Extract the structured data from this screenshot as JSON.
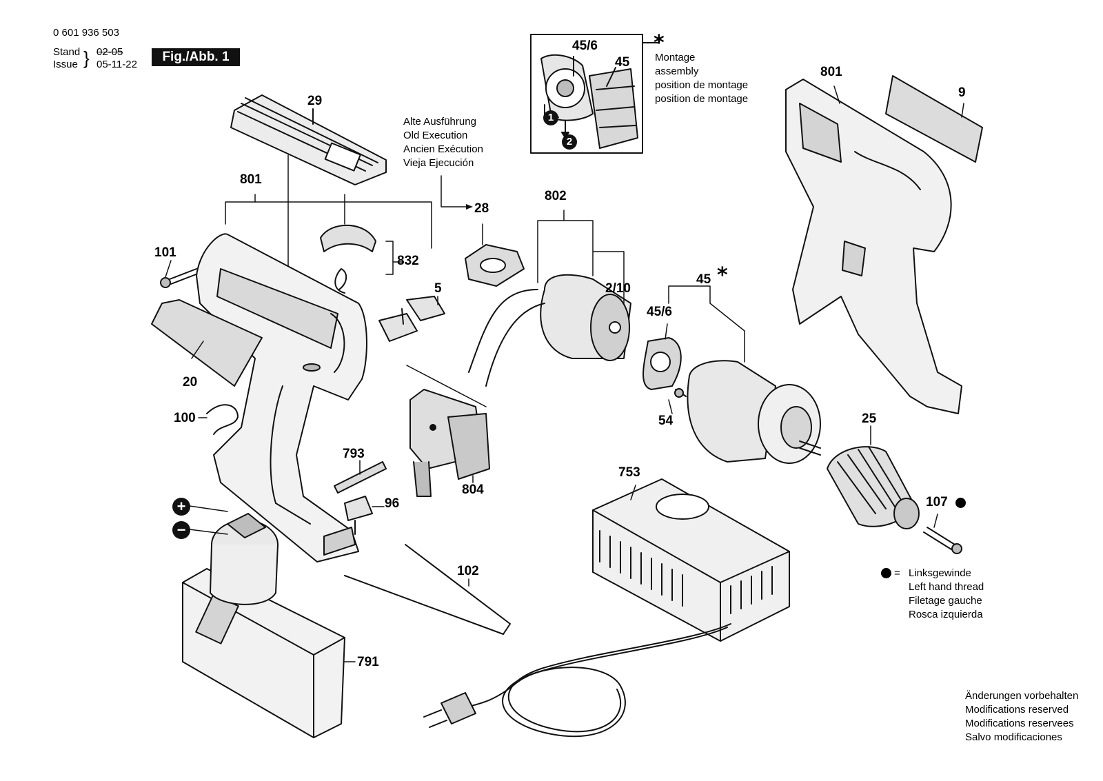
{
  "header": {
    "part_number": "0 601 936 503",
    "stand_label": "Stand",
    "stand_date": "02-05",
    "issue_label": "Issue",
    "issue_date": "05-11-22",
    "figure_label": "Fig./Abb. 1"
  },
  "notes": {
    "old_execution": [
      "Alte Ausführung",
      "Old Execution",
      "Ancien Exécution",
      "Vieja Ejecución"
    ],
    "assembly": [
      "Montage",
      "assembly",
      "position de montage",
      "position de montage"
    ],
    "left_hand_thread_symbol": "=",
    "left_hand_thread": [
      "Linksgewinde",
      "Left hand thread",
      "Filetage gauche",
      "Rosca izquierda"
    ],
    "modifications": [
      "Änderungen vorbehalten",
      "Modifications reserved",
      "Modifications reservees",
      "Salvo modificaciones"
    ]
  },
  "inset": {
    "labels": [
      "45/6",
      "45"
    ],
    "steps": [
      "1",
      "2"
    ],
    "asterisk": "*"
  },
  "parts": [
    {
      "id": "p29",
      "label": "29"
    },
    {
      "id": "p801a",
      "label": "801"
    },
    {
      "id": "p101",
      "label": "101"
    },
    {
      "id": "p832",
      "label": "832"
    },
    {
      "id": "p5",
      "label": "5"
    },
    {
      "id": "p20",
      "label": "20"
    },
    {
      "id": "p100",
      "label": "100"
    },
    {
      "id": "p793",
      "label": "793"
    },
    {
      "id": "p96",
      "label": "96"
    },
    {
      "id": "p804",
      "label": "804"
    },
    {
      "id": "p28",
      "label": "28"
    },
    {
      "id": "p802",
      "label": "802"
    },
    {
      "id": "p210",
      "label": "2/10"
    },
    {
      "id": "p456",
      "label": "45/6"
    },
    {
      "id": "p45",
      "label": "45"
    },
    {
      "id": "p54",
      "label": "54"
    },
    {
      "id": "p801b",
      "label": "801"
    },
    {
      "id": "p9",
      "label": "9"
    },
    {
      "id": "p25",
      "label": "25"
    },
    {
      "id": "p107",
      "label": "107"
    },
    {
      "id": "p753",
      "label": "753"
    },
    {
      "id": "p102",
      "label": "102"
    },
    {
      "id": "p791",
      "label": "791"
    }
  ],
  "battery_terminals": {
    "plus": "+",
    "minus": "−"
  },
  "colors": {
    "line": "#111111",
    "shade": "#bdbdbd",
    "light": "#e6e6e6",
    "dark": "#555555"
  }
}
